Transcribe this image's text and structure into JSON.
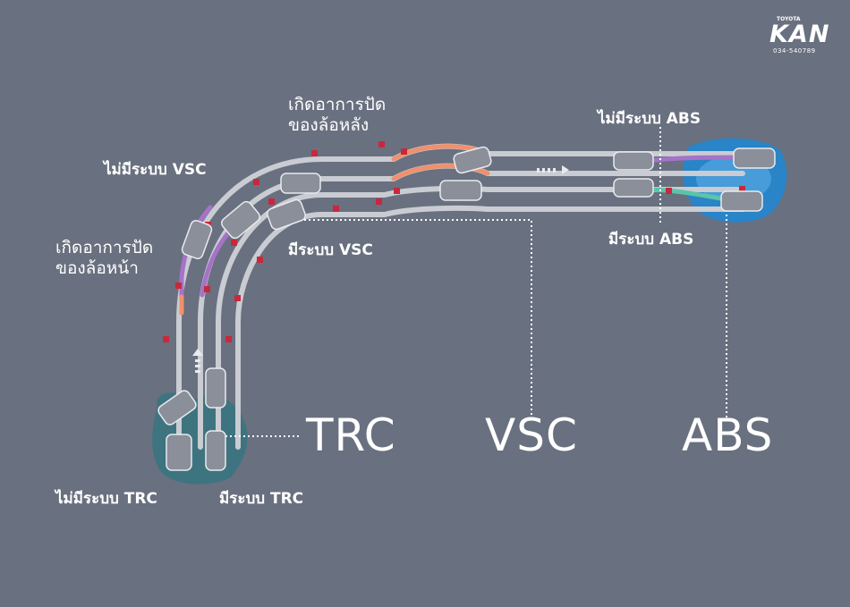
{
  "logo": {
    "brand": "TOYOTA",
    "name": "KAN",
    "phone": "034-540789"
  },
  "labels": {
    "rear_skid": [
      "เกิดอาการปัด",
      "ของล้อหลัง"
    ],
    "front_skid": [
      "เกิดอาการปัด",
      "ของล้อหน้า"
    ],
    "no_vsc": "ไม่มีระบบ VSC",
    "with_vsc": "มีระบบ VSC",
    "no_abs": "ไม่มีระบบ ABS",
    "with_abs": "มีระบบ ABS",
    "no_trc": "ไม่มีระบบ TRC",
    "with_trc": "มีระบบ TRC"
  },
  "systems": {
    "trc": "TRC",
    "vsc": "VSC",
    "abs": "ABS"
  },
  "colors": {
    "background": "#69707f",
    "road": "#c9ccd2",
    "skid_orange": "#f0906c",
    "skid_purple": "#a673c8",
    "abs_green": "#5cc4a8",
    "water_blue": "#2a84c8",
    "trc_pool": "#3e7480",
    "cone_red": "#c8283c"
  }
}
